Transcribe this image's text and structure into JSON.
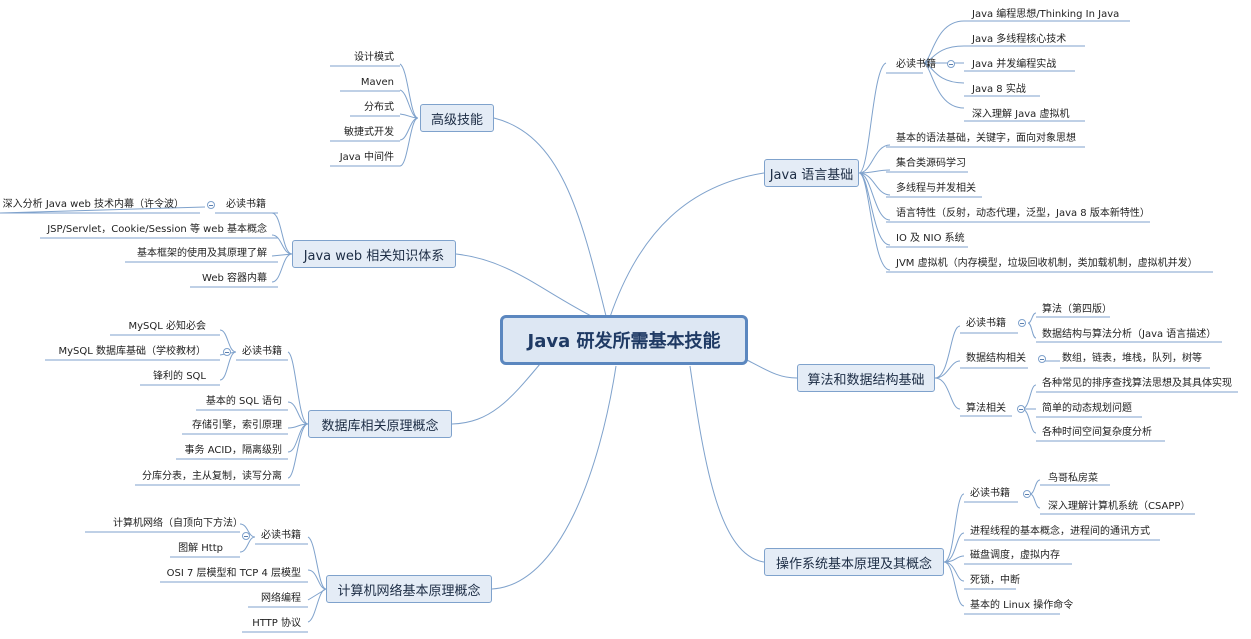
{
  "central": "Java 研发所需基本技能",
  "branches": {
    "java_lang": {
      "title": "Java 语言基础",
      "books_label": "必读书籍",
      "books": [
        "Java 编程思想/Thinking In Java",
        "Java 多线程核心技术",
        "Java 并发编程实战",
        "Java 8 实战",
        "深入理解 Java 虚拟机"
      ],
      "items": [
        "基本的语法基础，关键字，面向对象思想",
        "集合类源码学习",
        "多线程与并发相关",
        "语言特性（反射，动态代理，泛型，Java 8 版本新特性）",
        "IO 及 NIO 系统",
        "JVM 虚拟机（内存模型，垃圾回收机制，类加载机制，虚拟机并发）"
      ]
    },
    "algo": {
      "title": "算法和数据结构基础",
      "books_label": "必读书籍",
      "books": [
        "算法（第四版）",
        "数据结构与算法分析（Java 语言描述）"
      ],
      "ds_label": "数据结构相关",
      "ds_item": "数组，链表，堆栈，队列，树等",
      "alg_label": "算法相关",
      "alg_items": [
        "各种常见的排序查找算法思想及其具体实现",
        "简单的动态规划问题",
        "各种时间空间复杂度分析"
      ]
    },
    "os": {
      "title": "操作系统基本原理及其概念",
      "books_label": "必读书籍",
      "books": [
        "鸟哥私房菜",
        "深入理解计算机系统（CSAPP）"
      ],
      "items": [
        "进程线程的基本概念，进程间的通讯方式",
        "磁盘调度，虚拟内存",
        "死锁，中断",
        "基本的 Linux 操作命令"
      ]
    },
    "advanced": {
      "title": "高级技能",
      "items": [
        "设计模式",
        "Maven",
        "分布式",
        "敏捷式开发",
        "Java 中间件"
      ]
    },
    "web": {
      "title": "Java web 相关知识体系",
      "books_label": "必读书籍",
      "book": "深入分析 Java web 技术内幕（许令波）",
      "items": [
        "JSP/Servlet，Cookie/Session 等 web 基本概念",
        "基本框架的使用及其原理了解",
        "Web 容器内幕"
      ]
    },
    "db": {
      "title": "数据库相关原理概念",
      "books_label": "必读书籍",
      "books": [
        "MySQL 必知必会",
        "MySQL 数据库基础（学校教材）",
        "锋利的 SQL"
      ],
      "items": [
        "基本的 SQL 语句",
        "存储引擎，索引原理",
        "事务 ACID，隔离级别",
        "分库分表，主从复制，读写分离"
      ]
    },
    "net": {
      "title": "计算机网络基本原理概念",
      "books_label": "必读书籍",
      "books": [
        "计算机网络（自顶向下方法）",
        "图解 Http"
      ],
      "items": [
        "OSI 7 层模型和 TCP 4 层模型",
        "网络编程",
        "HTTP 协议"
      ]
    }
  }
}
